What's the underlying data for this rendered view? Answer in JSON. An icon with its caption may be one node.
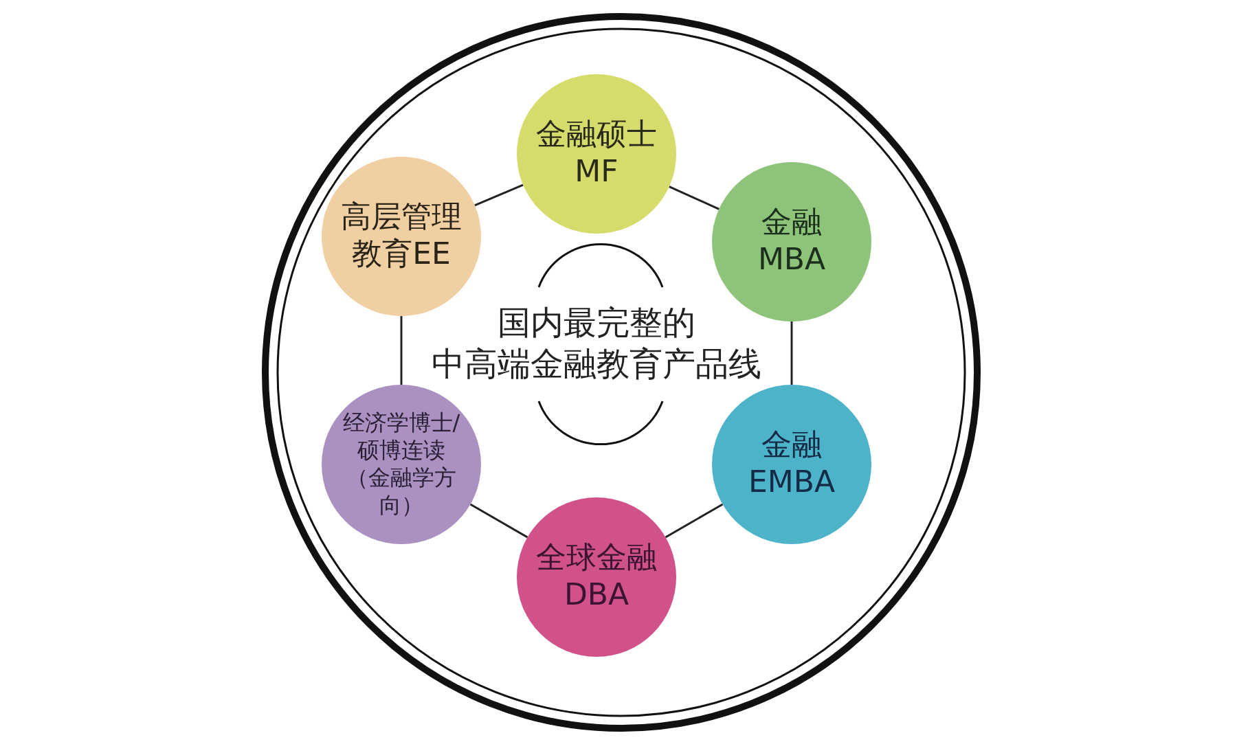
{
  "diagram": {
    "nodes": [
      {
        "text": [
          "金融硕士",
          "MF"
        ]
      },
      {
        "text": [
          "高层管理教育EE"
        ]
      },
      {
        "text": [
          "金融",
          "MBA"
        ]
      },
      {
        "text": [
          "国内最完整的",
          "中高端金融教育产品线"
        ]
      },
      {
        "text": [
          "经济学博士/硕博连读",
          "（金融学方向）"
        ]
      },
      {
        "text": [
          "金融",
          "EMBA"
        ]
      },
      {
        "text": [
          "全球金融",
          "DBA"
        ]
      }
    ],
    "edges": [
      {
        "from": 1,
        "to": 0,
        "arrow": "none"
      },
      {
        "from": 0,
        "to": 2,
        "arrow": "none"
      },
      {
        "from": 2,
        "to": 5,
        "arrow": "none"
      },
      {
        "from": 5,
        "to": 6,
        "arrow": "none"
      },
      {
        "from": 6,
        "to": 4,
        "arrow": "none"
      },
      {
        "from": 4,
        "to": 1,
        "arrow": "none"
      }
    ]
  }
}
